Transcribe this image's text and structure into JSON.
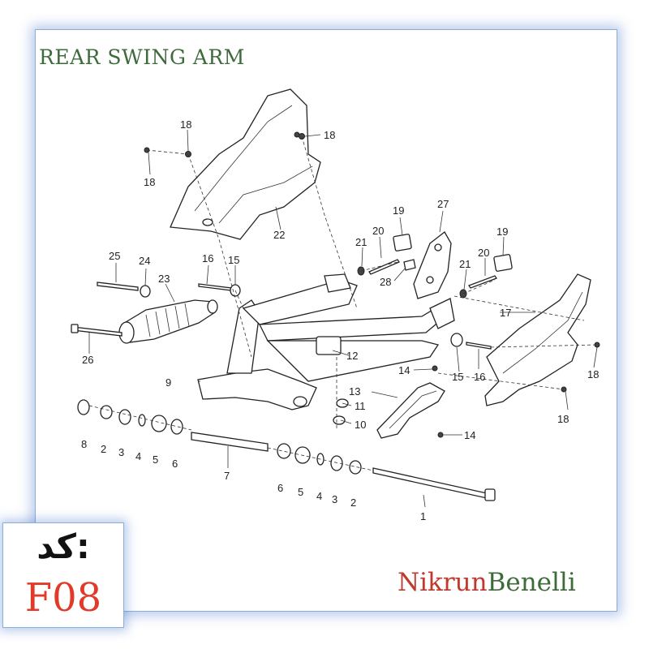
{
  "title": "REAR SWING ARM",
  "brand": {
    "part1": "Nikrun",
    "part2": "Benelli"
  },
  "code": {
    "label": "کد:",
    "value": "F08"
  },
  "callouts": [
    "1",
    "2",
    "3",
    "4",
    "5",
    "6",
    "7",
    "8",
    "9",
    "10",
    "11",
    "12",
    "13",
    "14",
    "15",
    "16",
    "17",
    "18",
    "19",
    "20",
    "21",
    "22",
    "23",
    "24",
    "25",
    "26",
    "27",
    "28"
  ],
  "colors": {
    "title": "#3d6b3a",
    "brand_red": "#c0392b",
    "brand_green": "#3d6b3a",
    "code_red": "#e03a2a",
    "frame_glow": "#8aaedc"
  }
}
